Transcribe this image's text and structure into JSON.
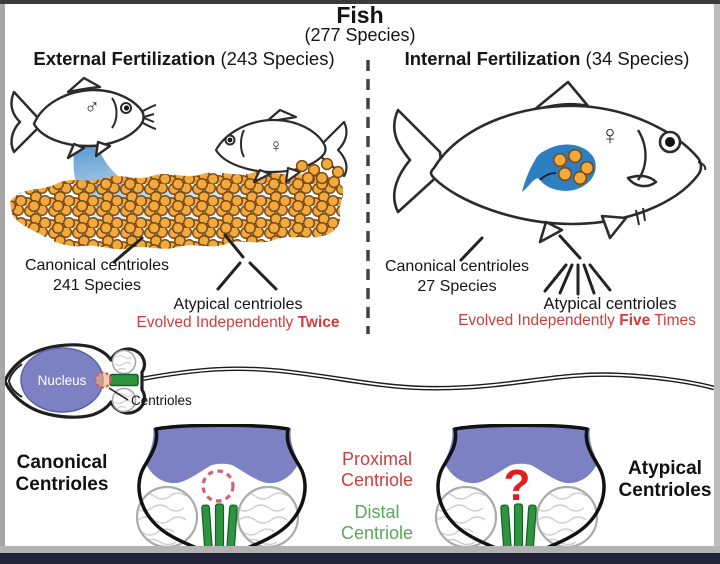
{
  "title": {
    "main": "Fish",
    "subtitle": "(277 Species)"
  },
  "external_panel": {
    "heading": "External Fertilization",
    "heading_count": "(243 Species)",
    "male_symbol": "♂",
    "female_symbol": "♀",
    "canonical_label": "Canonical centrioles",
    "canonical_count": "241 Species",
    "atypical_label": "Atypical centrioles",
    "evolved_prefix": "Evolved Independently",
    "evolved_emphasis": "Twice",
    "evolved_suffix": ""
  },
  "internal_panel": {
    "heading": "Internal Fertilization",
    "heading_count": "(34 Species)",
    "female_symbol": "♀",
    "canonical_label": "Canonical centrioles",
    "canonical_count": "27 Species",
    "atypical_label": "Atypical centrioles",
    "evolved_prefix": "Evolved Independently",
    "evolved_emphasis": "Five",
    "evolved_suffix": " Times"
  },
  "sperm_diagram": {
    "nucleus_label": "Nucleus",
    "centrioles_label": "Centrioles"
  },
  "bottom_section": {
    "canonical_title_line1": "Canonical",
    "canonical_title_line2": "Centrioles",
    "proximal_line1": "Proximal",
    "proximal_line2": "Centriole",
    "distal_line1": "Distal",
    "distal_line2": "Centriole",
    "atypical_title_line1": "Atypical",
    "atypical_title_line2": "Centrioles",
    "unknown_mark": "?"
  },
  "colors": {
    "egg_fill": "#F2A93E",
    "egg_stroke": "#7A4A15",
    "sperm_cloud_blue": "#2E7FC2",
    "nucleus_purple": "#7C81C4",
    "centriole_green": "#2E9440",
    "proximal_dash_red": "#D4626E",
    "emphasis_red": "#D23B3B",
    "question_red": "#E11D1D"
  }
}
